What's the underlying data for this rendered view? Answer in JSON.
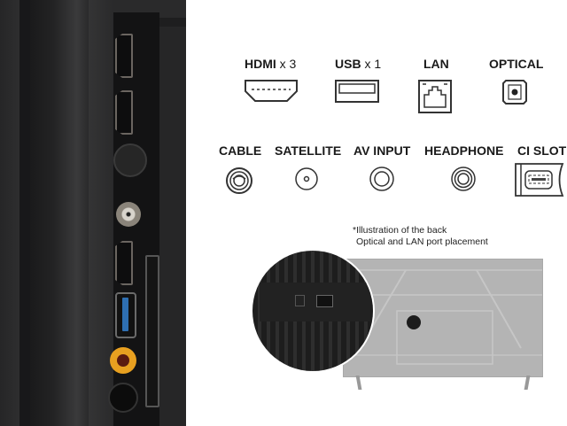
{
  "ports_top": [
    {
      "name": "HDMI",
      "count": "x 3",
      "icon": "hdmi-icon"
    },
    {
      "name": "USB",
      "count": "x 1",
      "icon": "usb-icon"
    },
    {
      "name": "LAN",
      "count": "",
      "icon": "lan-icon"
    },
    {
      "name": "OPTICAL",
      "count": "",
      "icon": "optical-icon"
    }
  ],
  "ports_bottom": [
    {
      "name": "CABLE",
      "icon": "cable-icon"
    },
    {
      "name": "SATELLITE",
      "icon": "satellite-icon"
    },
    {
      "name": "AV INPUT",
      "icon": "av-input-icon"
    },
    {
      "name": "HEADPHONE",
      "icon": "headphone-icon"
    },
    {
      "name": "CI SLOT",
      "icon": "ci-slot-icon"
    }
  ],
  "note": {
    "line1": "*Illustration of the back",
    "line2": "Optical and LAN port placement"
  },
  "colors": {
    "panel": "#131314",
    "usb_blue": "#2e6fb2",
    "av_yellow": "#e8a020",
    "tv_back": "#b4b4b4"
  }
}
